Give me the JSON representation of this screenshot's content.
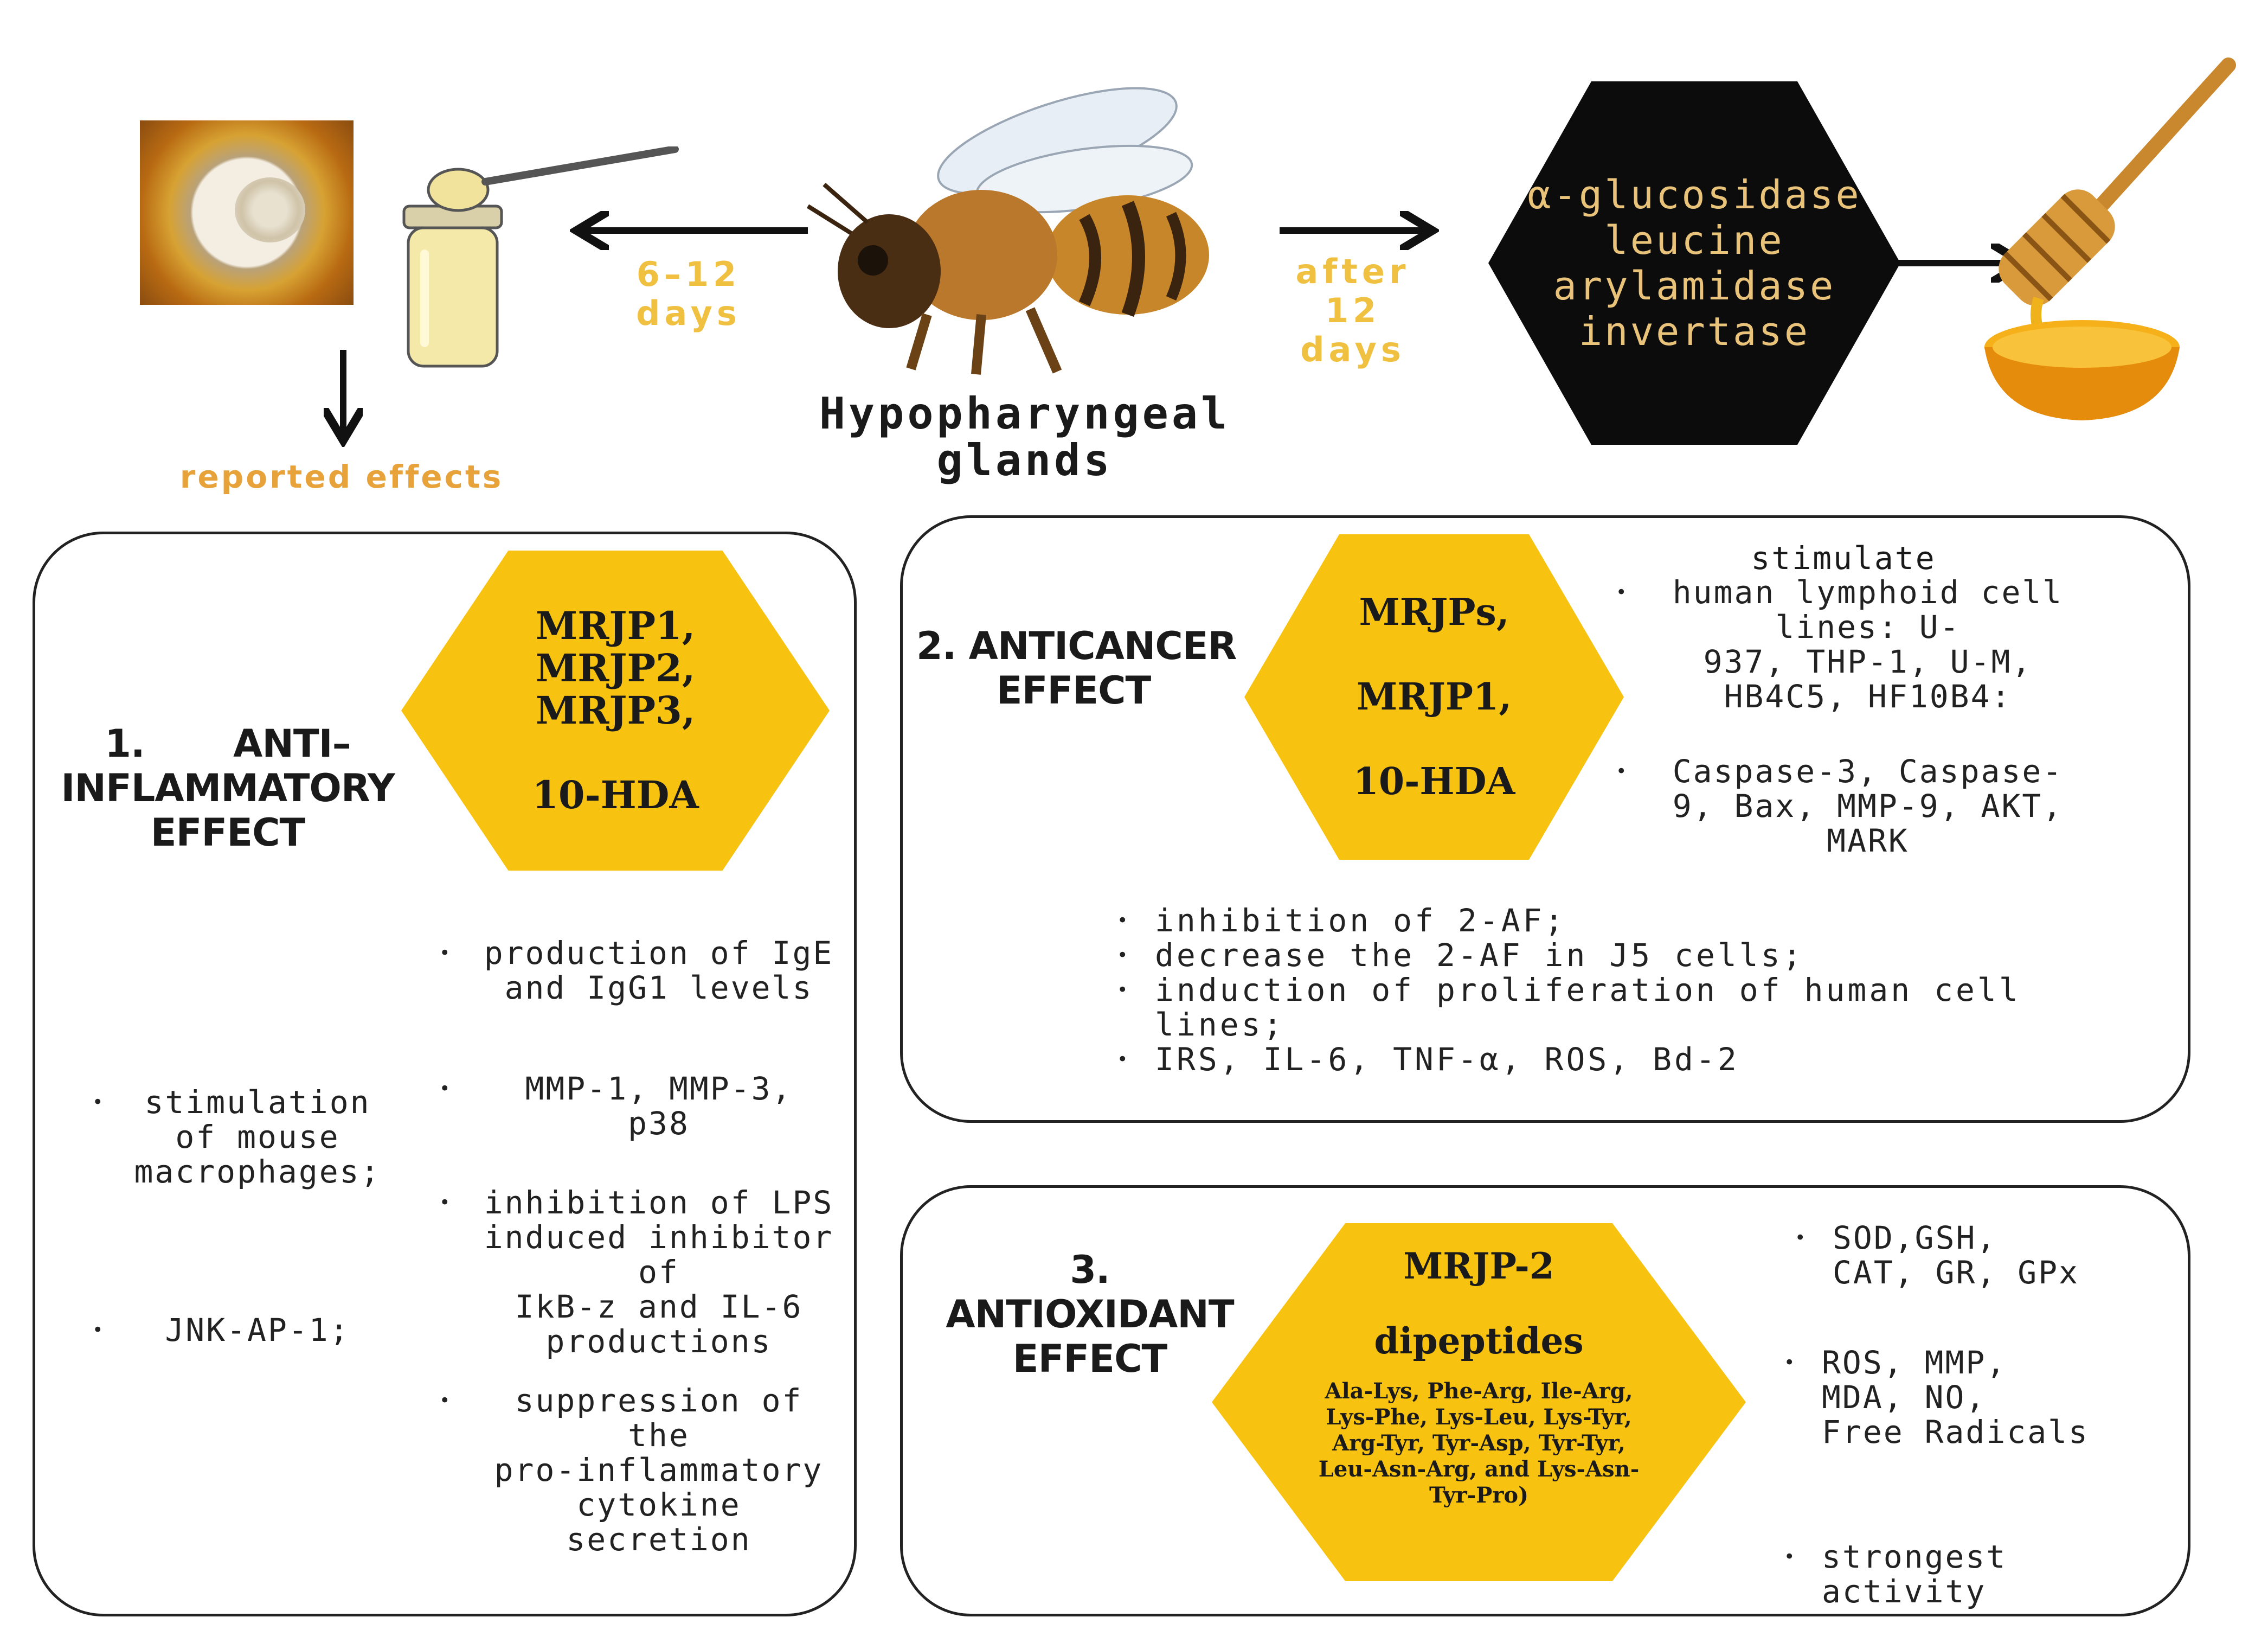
{
  "top": {
    "left_period": "6–12\ndays",
    "right_period": "after 12\ndays",
    "gland_label": "Hypopharyngeal\nglands",
    "reported_effects": "reported effects",
    "enzymes": [
      "α-glucosidase",
      "leucine",
      "arylamidase",
      "invertase"
    ]
  },
  "panel1": {
    "title": "1.       ANTI–\nINFLAMMATORY\nEFFECT",
    "hex_lines": [
      "MRJP1,",
      "MRJP2,",
      "MRJP3,",
      "",
      "10-HDA"
    ],
    "up_items": [
      "stimulation\nof mouse\nmacrophages;",
      "JNK-AP-1;"
    ],
    "down_items": [
      "production of IgE\nand IgG1 levels",
      "MMP-1, MMP-3,\np38",
      "inhibition of LPS\ninduced inhibitor of\nIkB-z and IL-6\nproductions",
      "suppression of the\npro-inflammatory\ncytokine secretion"
    ]
  },
  "panel2": {
    "title": "2. ANTICANCER\nEFFECT",
    "hex_lines": [
      "MRJPs,",
      "",
      "MRJP1,",
      "",
      "10-HDA"
    ],
    "stimulate_label": "stimulate",
    "up_items": [
      "human lymphoid cell\nlines: U-\n937, THP-1, U-M,\nHB4C5, HF10B4:",
      "Caspase-3, Caspase-\n9, Bax, MMP-9, AKT,\nMARK"
    ],
    "down_items": [
      "inhibition of 2-AF;",
      "decrease the 2-AF in J5 cells;",
      "induction of proliferation of human cell\nlines;",
      "IRS, IL-6, TNF-α, ROS, Bd-2"
    ]
  },
  "panel3": {
    "title": "3.\nANTIOXIDANT\nEFFECT",
    "hex_title": "MRJP-2",
    "hex_subtitle": "dipeptides",
    "hex_detail": "Ala-Lys, Phe-Arg, Ile-Arg,\nLys-Phe, Lys-Leu, Lys-Tyr,\nArg-Tyr, Tyr-Asp, Tyr-Tyr,\nLeu-Asn-Arg, and Lys-Asn-\nTyr-Pro)",
    "up_items": [
      "SOD,GSH,\nCAT, GR, GPx"
    ],
    "down_items": [
      "ROS, MMP,\nMDA, NO,\nFree Radicals"
    ],
    "strongest": "strongest activity"
  },
  "colors": {
    "hex_yellow": "#f7c210",
    "label_orange": "#e8a23a",
    "label_gold": "#f0c040",
    "black": "#111111"
  }
}
